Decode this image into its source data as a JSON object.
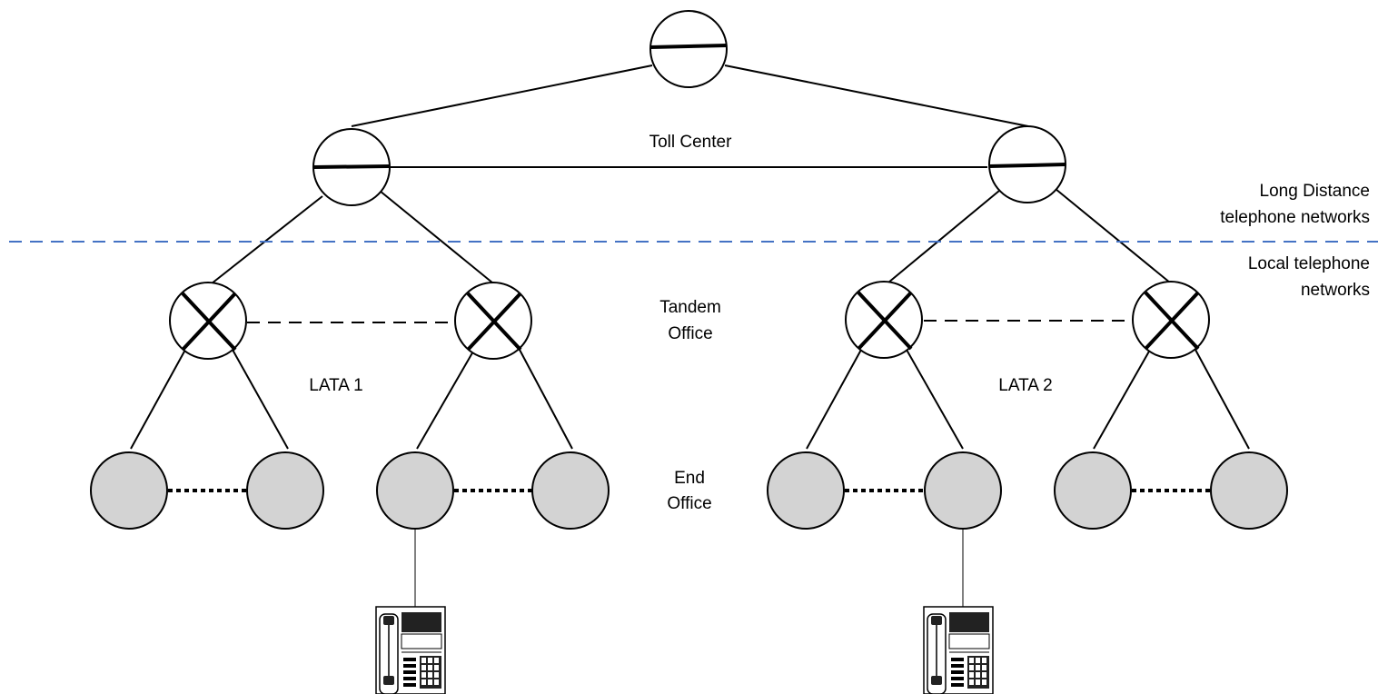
{
  "labels": {
    "toll_center": "Toll Center",
    "tandem_office": [
      "Tandem",
      "Office"
    ],
    "end_office": [
      "End",
      "Office"
    ],
    "lata_1": "LATA 1",
    "lata_2": "LATA 2",
    "long_distance": [
      "Long Distance",
      "telephone networks"
    ],
    "local": [
      "Local telephone",
      "networks"
    ]
  },
  "colors": {
    "boundary": "#4472C4",
    "end_office_fill": "#D3D3D3",
    "line": "#000000"
  },
  "nodes": {
    "toll_switch": "toll-switch-icon",
    "tandem_switch": "tandem-switch-icon",
    "end_office": "end-office-circle",
    "telephone": "telephone-icon"
  }
}
